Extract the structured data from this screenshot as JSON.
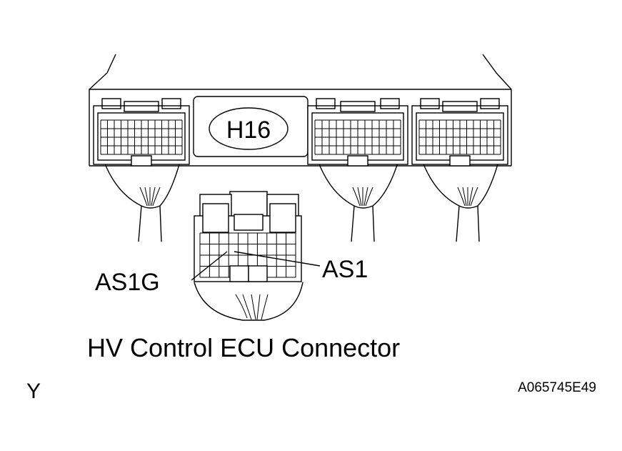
{
  "connector_code": "H16",
  "pin_labels": {
    "as1g": "AS1G",
    "as1": "AS1"
  },
  "caption": "HV Control ECU Connector",
  "corner_letter": "Y",
  "figure_id": "A065745E49",
  "colors": {
    "line": "#000000",
    "background": "#ffffff"
  }
}
